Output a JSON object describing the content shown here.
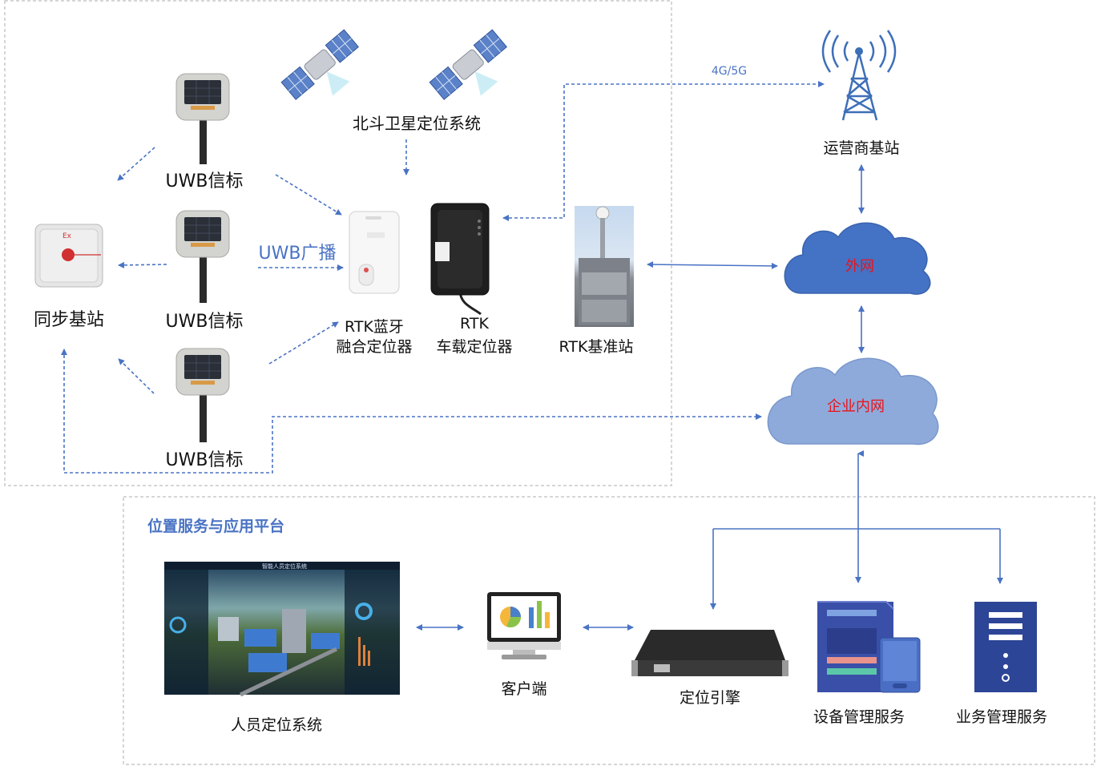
{
  "field_area": {
    "beidou_label": "北斗卫星定位系统",
    "beacon_label_1": "UWB信标",
    "beacon_label_2": "UWB信标",
    "beacon_label_3": "UWB信标",
    "sync_station_label": "同步基站",
    "sync_station_mark": "Ex",
    "uwb_broadcast_label": "UWB广播",
    "rtk_bt_label_line1": "RTK蓝牙",
    "rtk_bt_label_line2": "融合定位器",
    "rtk_vehicle_label_line1": "RTK",
    "rtk_vehicle_label_line2": "车载定位器",
    "rtk_base_label": "RTK基准站"
  },
  "network": {
    "link_4g5g_label": "4G/5G",
    "operator_station_label": "运营商基站",
    "external_net_label": "外网",
    "intranet_label": "企业内网"
  },
  "platform": {
    "title": "位置服务与应用平台",
    "personnel_system_label": "人员定位系统",
    "dashboard_title": "智能人员定位系统",
    "client_label": "客户端",
    "engine_label": "定位引擎",
    "device_mgmt_label": "设备管理服务",
    "business_mgmt_label": "业务管理服务"
  },
  "colors": {
    "line_blue": "#4a73c4",
    "cloud_dark": "#4472c4",
    "cloud_light": "#8eaadb",
    "cloud_text": "#e8141c",
    "dashed_border": "#c8c8c8"
  }
}
